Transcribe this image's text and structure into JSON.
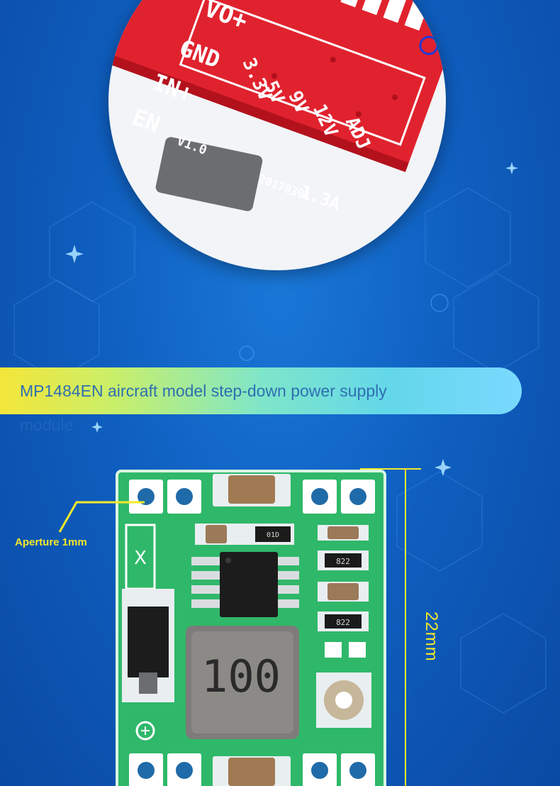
{
  "banner": {
    "title_line1": "MP1484EN aircraft model step-down power supply",
    "title_line2": "module"
  },
  "annotations": {
    "aperture_label": "Aperture 1mm",
    "dimension_label": "22mm"
  },
  "zoom_board_labels": {
    "vo": "VO+",
    "gnd": "GND",
    "in": "IN+",
    "en": "EN",
    "v33": "3.3V",
    "v5": "5V",
    "v9": "9V",
    "v12": "12V",
    "adj": "ADJ",
    "ver": "V1.0",
    "current": "1.3A",
    "date": "20170301"
  },
  "pcb_markings": {
    "inductor": "100",
    "resistor_1": "822",
    "resistor_2": "822",
    "resistor_top": "01D",
    "cross": "X"
  },
  "colors": {
    "background": "#0f5fc0",
    "pcb_green": "#2fb86a",
    "zoom_pcb_red": "#e0222e",
    "annotation_yellow": "#f4ea2a"
  }
}
